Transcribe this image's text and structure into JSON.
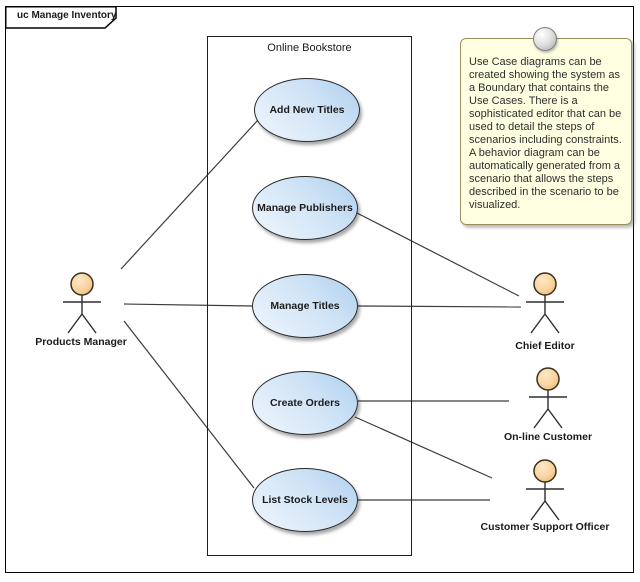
{
  "frame": {
    "title": "uc Manage Inventory"
  },
  "system_boundary": {
    "label": "Online Bookstore"
  },
  "use_cases": [
    {
      "label": "Add New Titles"
    },
    {
      "label": "Manage Publishers"
    },
    {
      "label": "Manage Titles"
    },
    {
      "label": "Create Orders"
    },
    {
      "label": "List Stock Levels"
    }
  ],
  "actors": [
    {
      "label": "Products Manager"
    },
    {
      "label": "Chief Editor"
    },
    {
      "label": "On-line Customer"
    },
    {
      "label": "Customer Support Officer"
    }
  ],
  "note": {
    "text": "Use Case diagrams can be created showing the system as a Boundary that contains the Use Cases. There is a sophisticated editor that can be used to detail the steps of scenarios including constraints. A behavior diagram can be automatically generated from a scenario that allows the steps described in the scenario to be visualized."
  },
  "associations": [
    {
      "from": "Products Manager",
      "to": "Add New Titles"
    },
    {
      "from": "Products Manager",
      "to": "Manage Titles"
    },
    {
      "from": "Products Manager",
      "to": "List Stock Levels"
    },
    {
      "from": "Manage Publishers",
      "to": "Chief Editor"
    },
    {
      "from": "Manage Titles",
      "to": "Chief Editor"
    },
    {
      "from": "Create Orders",
      "to": "On-line Customer"
    },
    {
      "from": "Create Orders",
      "to": "Customer Support Officer"
    },
    {
      "from": "List Stock Levels",
      "to": "Customer Support Officer"
    }
  ],
  "colors": {
    "use_case_fill_top_right": "#aecfee",
    "use_case_fill_bottom_left": "#eff6fd",
    "actor_head_fill": "#f9d4a0",
    "note_fill": "#ffffe1",
    "note_border": "#9c8f5f",
    "connector_line": "#3c3c3c"
  }
}
